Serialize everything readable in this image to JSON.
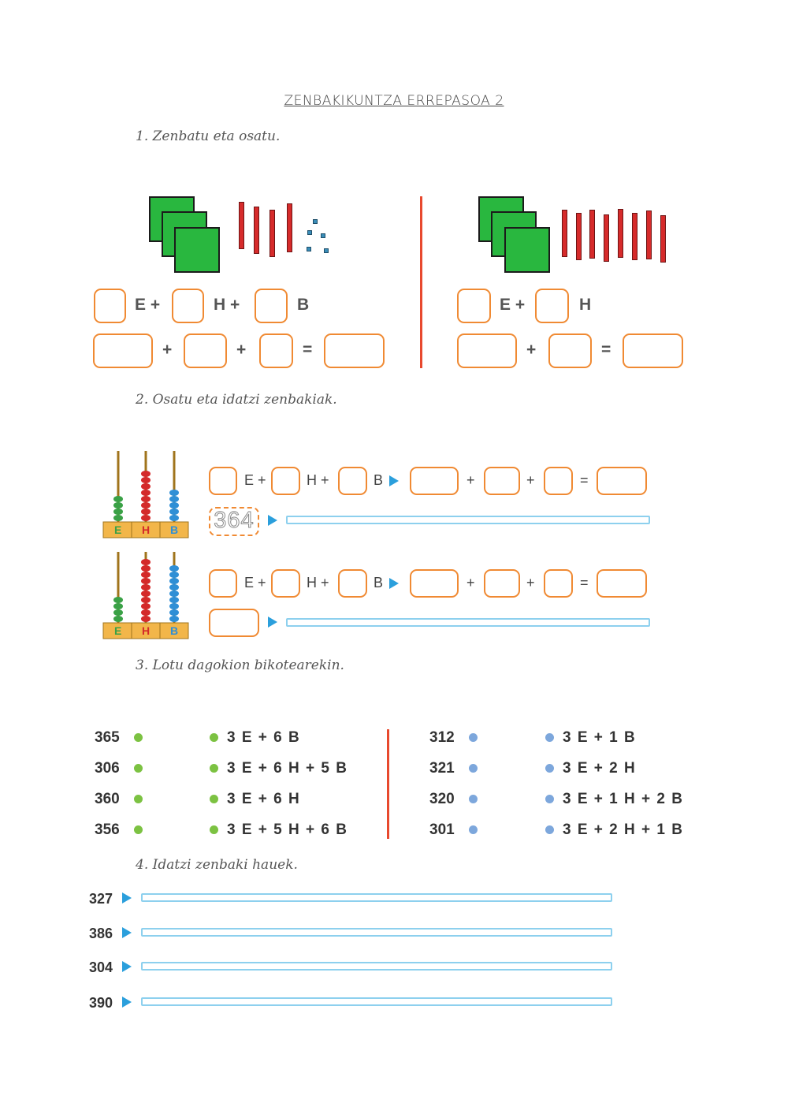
{
  "title": "ZENBAKIKUNTZA ERREPASOA 2",
  "instructions": {
    "q1": "1.  Zenbatu eta osatu.",
    "q2": "2.  Osatu eta idatzi zenbakiak.",
    "q3": "3.  Lotu dagokion bikotearekin.",
    "q4": "4.  Idatzi zenbaki hauek."
  },
  "q1": {
    "left": {
      "e": "E +",
      "h": "H +",
      "b": "B",
      "plus1": "+",
      "plus2": "+",
      "eq": "="
    },
    "right": {
      "e": "E +",
      "h": "H",
      "plus1": "+",
      "eq": "="
    }
  },
  "q2": {
    "row1": {
      "e": "E +",
      "h": "H +",
      "b": "B",
      "plus1": "+",
      "plus2": "+",
      "eq": "=",
      "example": "364"
    },
    "row2": {
      "e": "E +",
      "h": "H +",
      "b": "B",
      "plus1": "+",
      "plus2": "+",
      "eq": "="
    },
    "abacus_labels": [
      "E",
      "H",
      "B"
    ]
  },
  "q3": {
    "left_numbers": [
      "365",
      "306",
      "360",
      "356"
    ],
    "left_exprs": [
      "3 E + 6 B",
      "3 E + 6 H + 5 B",
      "3 E + 6 H",
      "3 E + 5 H + 6 B"
    ],
    "right_numbers": [
      "312",
      "321",
      "320",
      "301"
    ],
    "right_exprs": [
      "3 E + 1 B",
      "3 E + 2 H",
      "3 E + 1 H + 2 B",
      "3 E + 2 H + 1 B"
    ]
  },
  "q4": {
    "numbers": [
      "327",
      "386",
      "304",
      "390"
    ]
  },
  "colors": {
    "accent_orange": "#f08a33",
    "line_blue": "#8dd0ee",
    "arrow_blue": "#2b9fdc",
    "divider_red": "#e8492e"
  }
}
